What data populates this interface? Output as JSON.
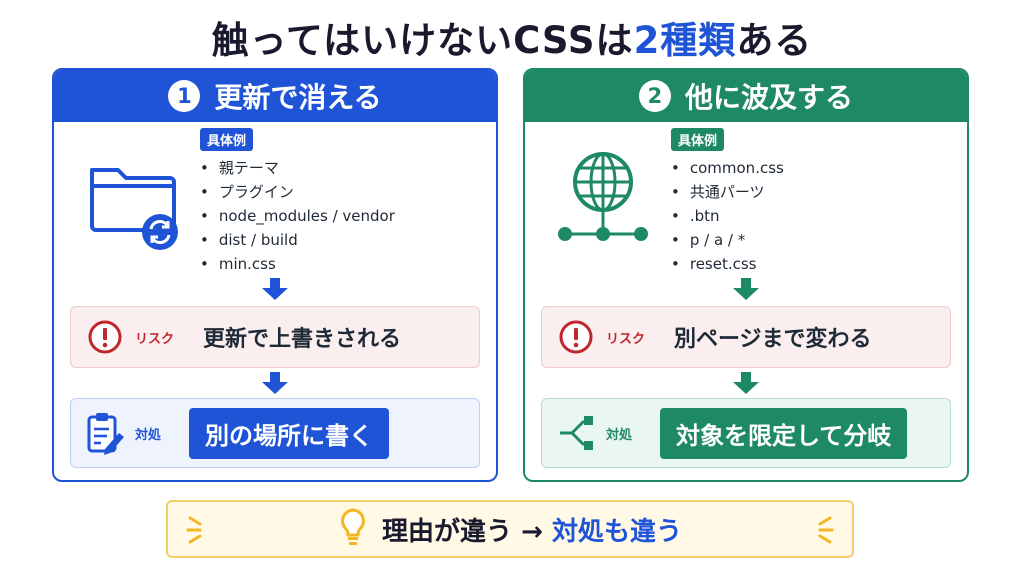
{
  "title": {
    "prefix": "触ってはいけないCSSは",
    "highlight": "2種類",
    "suffix": "ある"
  },
  "panels": [
    {
      "number": "1",
      "heading": "更新で消える",
      "icon": "folder-sync-icon",
      "examples_label": "具体例",
      "examples": [
        "親テーマ",
        "プラグイン",
        "node_modules / vendor",
        "dist / build",
        "min.css"
      ],
      "risk_label": "リスク",
      "risk_text": "更新で上書きされる",
      "action_label": "対処",
      "action_text": "別の場所に書く",
      "action_icon": "clipboard-edit-icon"
    },
    {
      "number": "2",
      "heading": "他に波及する",
      "icon": "globe-network-icon",
      "examples_label": "具体例",
      "examples": [
        "common.css",
        "共通パーツ",
        ".btn",
        "p / a / *",
        "reset.css"
      ],
      "risk_label": "リスク",
      "risk_text": "別ページまで変わる",
      "action_label": "対処",
      "action_text": "対象を限定して分岐",
      "action_icon": "branch-icon"
    }
  ],
  "bottom": {
    "left": "理由が違う",
    "arrow": "→",
    "right": "対処も違う",
    "icon": "lightbulb-icon"
  },
  "colors": {
    "blue": "#1f54d6",
    "green": "#1e8a63",
    "red": "#c0262d",
    "yellow": "#f2cd6a"
  }
}
